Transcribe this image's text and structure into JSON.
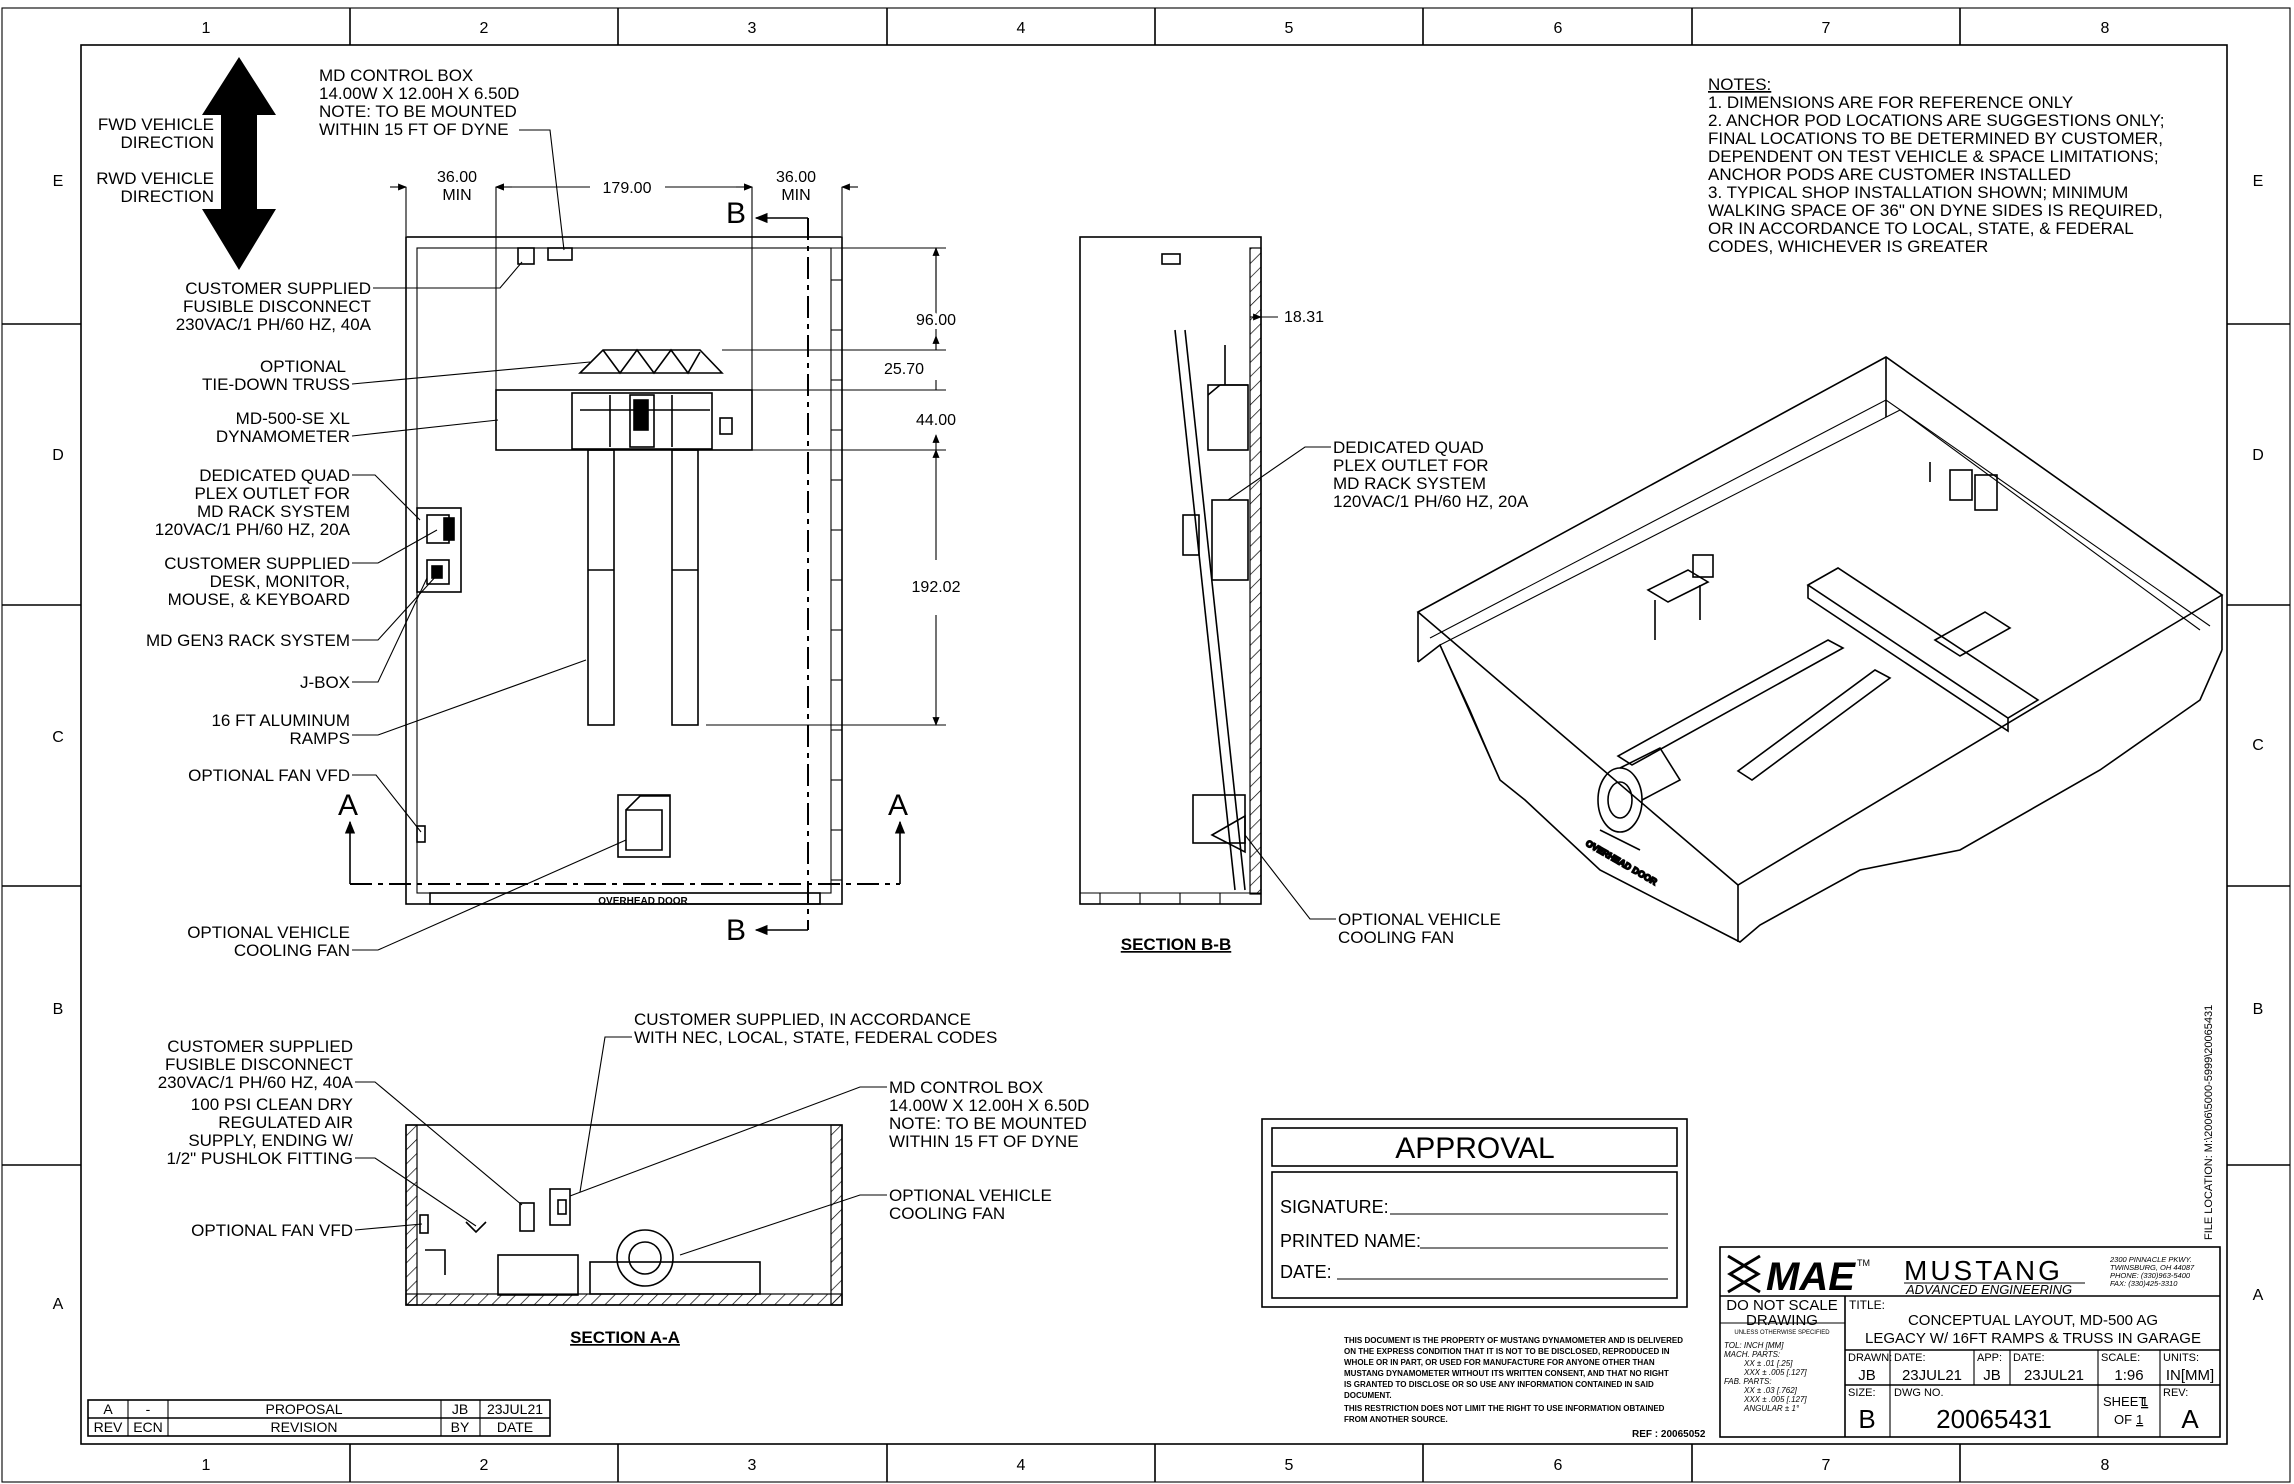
{
  "zones": {
    "columns": [
      "1",
      "2",
      "3",
      "4",
      "5",
      "6",
      "7",
      "8"
    ],
    "rows": [
      "E",
      "D",
      "C",
      "B",
      "A"
    ]
  },
  "plan_view": {
    "direction_fwd": "FWD VEHICLE",
    "direction_fwd_2": "DIRECTION",
    "direction_rwd": "RWD VEHICLE",
    "direction_rwd_2": "DIRECTION",
    "control_box": [
      "MD CONTROL BOX",
      "14.00W X 12.00H X 6.50D",
      "NOTE:  TO BE MOUNTED",
      "WITHIN 15 FT OF DYNE"
    ],
    "dims": {
      "left_min": "36.00",
      "left_min_2": "MIN",
      "width": "179.00",
      "right_min": "36.00",
      "right_min_2": "MIN",
      "d1": "96.00",
      "d2": "25.70",
      "d3": "44.00",
      "d4": "192.02"
    },
    "callouts": {
      "disconnect": [
        "CUSTOMER SUPPLIED",
        "FUSIBLE DISCONNECT",
        "230VAC/1 PH/60 HZ, 40A"
      ],
      "truss": [
        "OPTIONAL",
        "TIE-DOWN TRUSS"
      ],
      "dyno": [
        "MD-500-SE XL",
        "DYNAMOMETER"
      ],
      "outlet": [
        "DEDICATED QUAD",
        "PLEX OUTLET FOR",
        "MD RACK SYSTEM",
        "120VAC/1 PH/60 HZ, 20A"
      ],
      "desk": [
        "CUSTOMER SUPPLIED",
        "DESK, MONITOR,",
        "MOUSE, & KEYBOARD"
      ],
      "rack": "MD GEN3 RACK SYSTEM",
      "jbox": "J-BOX",
      "ramps": [
        "16 FT ALUMINUM",
        "RAMPS"
      ],
      "fan_vfd": "OPTIONAL FAN VFD",
      "cooling_fan": [
        "OPTIONAL VEHICLE",
        "COOLING FAN"
      ]
    },
    "door": "OVERHEAD DOOR",
    "section_a": "A",
    "section_b": "B"
  },
  "section_bb": {
    "title": "SECTION B-B",
    "dim": "18.31",
    "outlet": [
      "DEDICATED QUAD",
      "PLEX OUTLET FOR",
      "MD RACK SYSTEM",
      "120VAC/1 PH/60 HZ, 20A"
    ],
    "fan": [
      "OPTIONAL VEHICLE",
      "COOLING FAN"
    ]
  },
  "section_aa": {
    "title": "SECTION A-A",
    "codes": [
      "CUSTOMER SUPPLIED, IN ACCORDANCE",
      "WITH NEC, LOCAL, STATE, FEDERAL CODES"
    ],
    "disconnect": [
      "CUSTOMER SUPPLIED",
      "FUSIBLE DISCONNECT",
      "230VAC/1 PH/60 HZ, 40A"
    ],
    "air": [
      "100 PSI CLEAN DRY",
      "REGULATED AIR",
      "SUPPLY, ENDING W/",
      "1/2\" PUSHLOK FITTING"
    ],
    "fan_vfd": "OPTIONAL FAN VFD",
    "control_box": [
      "MD CONTROL BOX",
      "14.00W X 12.00H X 6.50D",
      "NOTE:  TO BE MOUNTED",
      "WITHIN 15 FT OF DYNE"
    ],
    "fan": [
      "OPTIONAL VEHICLE",
      "COOLING FAN"
    ]
  },
  "notes": {
    "title": "NOTES:",
    "lines": [
      "1. DIMENSIONS ARE FOR REFERENCE ONLY",
      "2. ANCHOR POD LOCATIONS ARE SUGGESTIONS ONLY;",
      "    FINAL LOCATIONS TO BE DETERMINED BY CUSTOMER,",
      "    DEPENDENT ON TEST VEHICLE & SPACE LIMITATIONS;",
      "    ANCHOR PODS ARE CUSTOMER INSTALLED",
      "3. TYPICAL SHOP INSTALLATION SHOWN; MINIMUM",
      "    WALKING SPACE OF 36\" ON DYNE SIDES IS REQUIRED,",
      "    OR IN ACCORDANCE TO LOCAL, STATE, & FEDERAL",
      "    CODES, WHICHEVER IS GREATER"
    ]
  },
  "iso_view": {
    "door_label": "OVERHEAD DOOR"
  },
  "approval": {
    "title": "APPROVAL",
    "signature": "SIGNATURE:",
    "printed_name": "PRINTED NAME:",
    "date": "DATE:"
  },
  "legal": {
    "lines": [
      "THIS DOCUMENT IS THE PROPERTY OF MUSTANG DYNAMOMETER AND IS DELIVERED",
      "ON THE EXPRESS CONDITION THAT IT IS NOT TO BE DISCLOSED, REPRODUCED IN",
      "WHOLE OR IN PART, OR USED FOR MANUFACTURE FOR ANYONE OTHER THAN",
      "MUSTANG DYNAMOMETER WITHOUT ITS WRITTEN CONSENT, AND THAT NO RIGHT",
      "IS GRANTED TO DISCLOSE OR SO USE ANY INFORMATION CONTAINED IN SAID",
      "DOCUMENT.",
      "THIS RESTRICTION DOES NOT LIMIT THE RIGHT TO USE INFORMATION OBTAINED",
      "FROM ANOTHER SOURCE."
    ],
    "ref": "REF : 20065052"
  },
  "title_block": {
    "logo": "MAE",
    "tm": "TM",
    "company": "MUSTANG",
    "company_sub": "ADVANCED ENGINEERING",
    "address": [
      "2300 PINNACLE PKWY.",
      "TWINSBURG, OH 44087",
      "PHONE: (330)963-5400",
      "FAX: (330)425-3310"
    ],
    "do_not_scale": "DO NOT SCALE",
    "drawing": "DRAWING",
    "unless": "UNLESS OTHERWISE SPECIFIED",
    "tol": [
      "TOL:  INCH [MM]",
      "MACH. PARTS:",
      "XX ±  .01 [.25]",
      "XXX ±  .005 [.127]",
      "FAB. PARTS:",
      "XX ±  .03 [.762]",
      "XXX ±  .005 [.127]",
      "ANGULAR ±  1°"
    ],
    "title_label": "TITLE:",
    "title_1": "CONCEPTUAL LAYOUT, MD-500 AG",
    "title_2": "LEGACY W/ 16FT RAMPS & TRUSS IN GARAGE",
    "drawn_label": "DRAWN:",
    "drawn": "JB",
    "date_label": "DATE:",
    "date": "23JUL21",
    "app_label": "APP:",
    "app": "JB",
    "date2_label": "DATE:",
    "date2": "23JUL21",
    "scale_label": "SCALE:",
    "scale": "1:96",
    "units_label": "UNITS:",
    "units": "IN[MM]",
    "size_label": "SIZE:",
    "size": "B",
    "dwg_label": "DWG NO.",
    "dwg": "20065431",
    "sheet_label": "SHEET",
    "sheet_num": "1",
    "of_label": "OF",
    "sheet_total": "1",
    "rev_label": "REV:",
    "rev": "A",
    "file_location": "FILE LOCATION: M:\\2006\\5000-5999\\20065431"
  },
  "revision": {
    "row": {
      "rev": "A",
      "ecn": "-",
      "desc": "PROPOSAL",
      "by": "JB",
      "date": "23JUL21"
    },
    "headers": {
      "rev": "REV",
      "ecn": "ECN",
      "desc": "REVISION",
      "by": "BY",
      "date": "DATE"
    }
  }
}
